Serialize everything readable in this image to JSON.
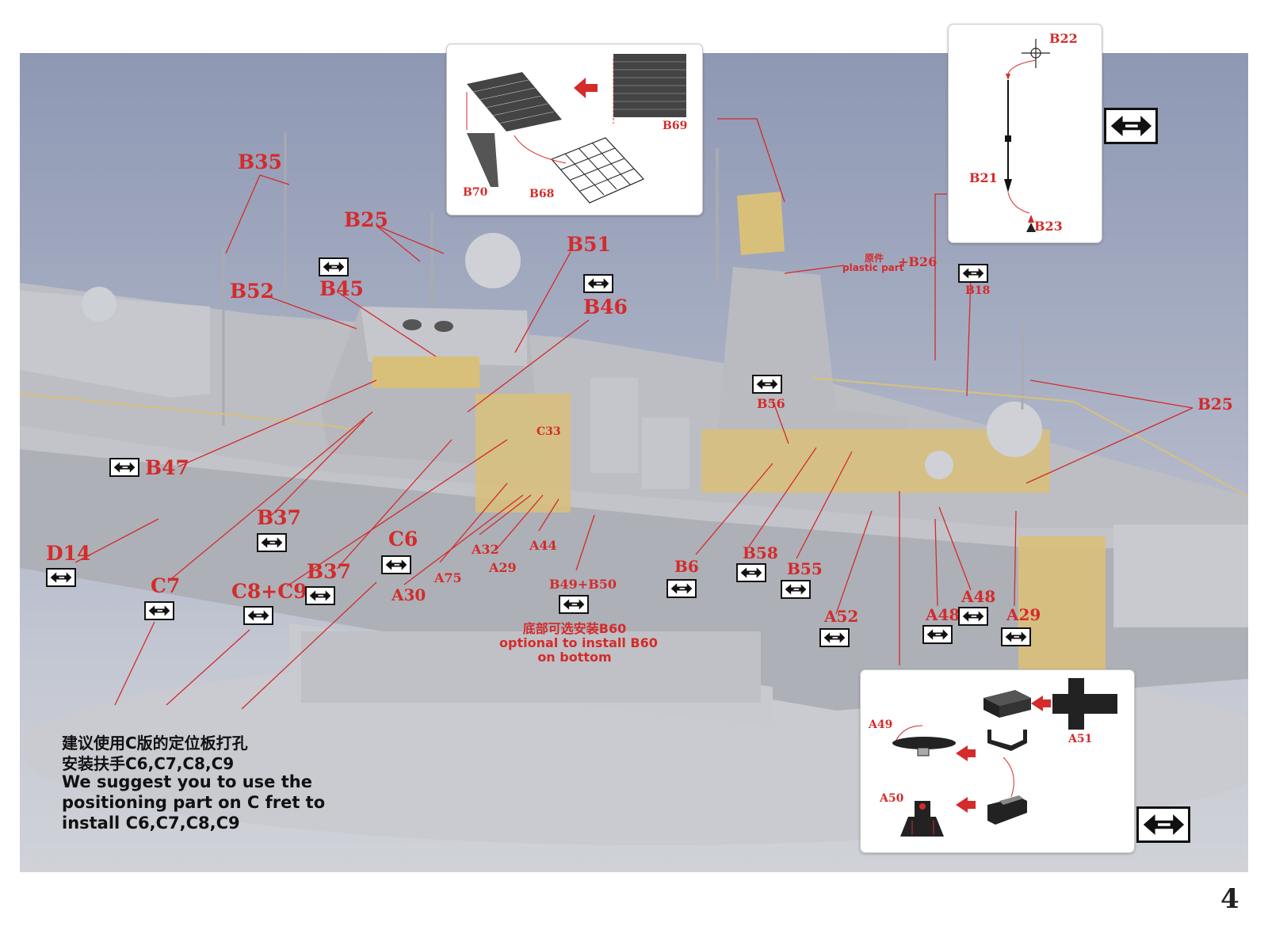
{
  "page_number": "4",
  "part_labels": {
    "b35": "B35",
    "b25_left": "B25",
    "b51": "B51",
    "b52": "B52",
    "b45": "B45",
    "b46": "B46",
    "b47": "B47",
    "c33": "C33",
    "b37_upper": "B37",
    "d14": "D14",
    "c6": "C6",
    "b37_lower": "B37",
    "c7": "C7",
    "c8c9": "C8+C9",
    "a30": "A30",
    "a75": "A75",
    "a32": "A32",
    "a29_left": "A29",
    "a44": "A44",
    "b49b50": "B49+B50",
    "b6": "B6",
    "b58": "B58",
    "b55": "B55",
    "b56": "B56",
    "b18": "B18",
    "b25_right": "B25",
    "a52": "A52",
    "a48_a": "A48",
    "a48_b": "A48",
    "a29_right": "A29",
    "b26": "+B26"
  },
  "plastic_part_note": {
    "cn": "原件",
    "en": "plastic part"
  },
  "optional_note": {
    "cn": "底部可选安装B60",
    "en1": "optional to install B60",
    "en2": "on bottom"
  },
  "suggestion_note": {
    "cn1": "建议使用C版的定位板打孔",
    "cn2": "安装扶手C6,C7,C8,C9",
    "en1": "We suggest you to use the",
    "en2": "positioning part on C fret to",
    "en3": "install C6,C7,C8,C9"
  },
  "inset_grating": {
    "b69": "B69",
    "b70": "B70",
    "b68": "B68"
  },
  "inset_mast": {
    "b22": "B22",
    "b21": "B21",
    "b23": "B23"
  },
  "inset_box": {
    "a49": "A49",
    "a50": "A50",
    "a51": "A51"
  },
  "colors": {
    "label_red": "#d42b2b",
    "hull_grey": "#b8babf",
    "brass": "#d9c07a",
    "sky": "#98a1ba"
  },
  "icons": [
    "double-arrow-icon"
  ]
}
